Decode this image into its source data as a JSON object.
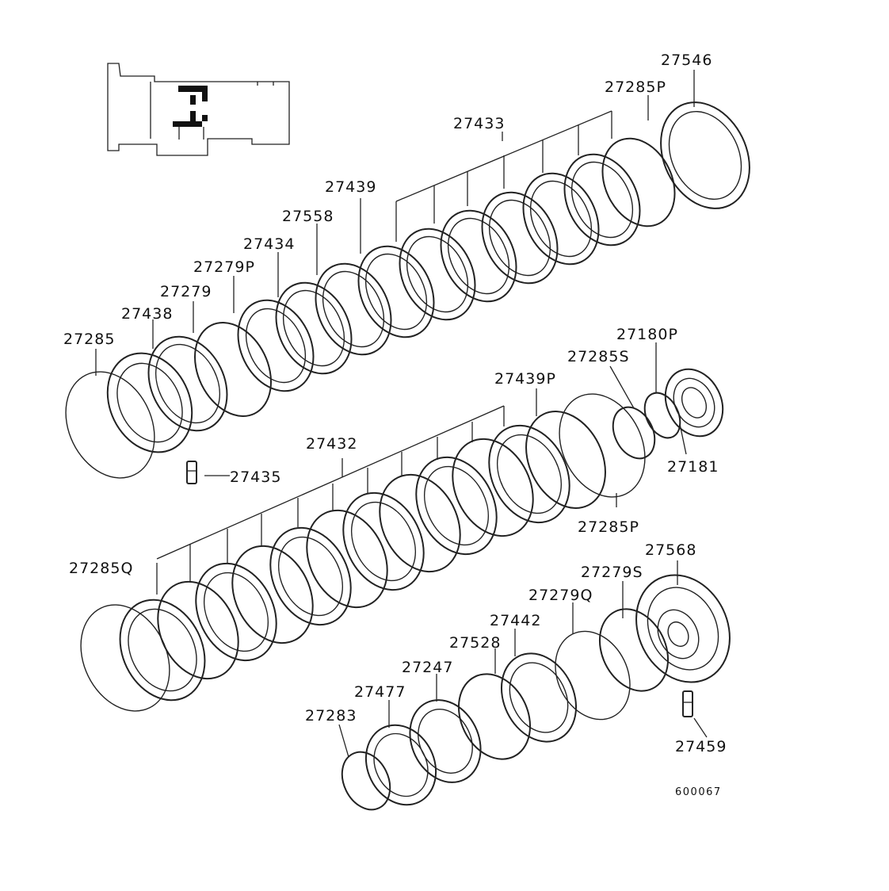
{
  "diagram": {
    "callouts": {
      "p27546": "27546",
      "p27285P_top": "27285P",
      "p27433": "27433",
      "p27439": "27439",
      "p27558": "27558",
      "p27434": "27434",
      "p27279P": "27279P",
      "p27279": "27279",
      "p27438": "27438",
      "p27285": "27285",
      "p27435": "27435",
      "p27180P": "27180P",
      "p27285S": "27285S",
      "p27439P": "27439P",
      "p27181": "27181",
      "p27432": "27432",
      "p27285P_mid": "27285P",
      "p27285Q": "27285Q",
      "p27568": "27568",
      "p27279S": "27279S",
      "p27279Q": "27279Q",
      "p27442": "27442",
      "p27528": "27528",
      "p27247": "27247",
      "p27477": "27477",
      "p27283": "27283",
      "p27459": "27459"
    },
    "drawing_code": "600067"
  }
}
